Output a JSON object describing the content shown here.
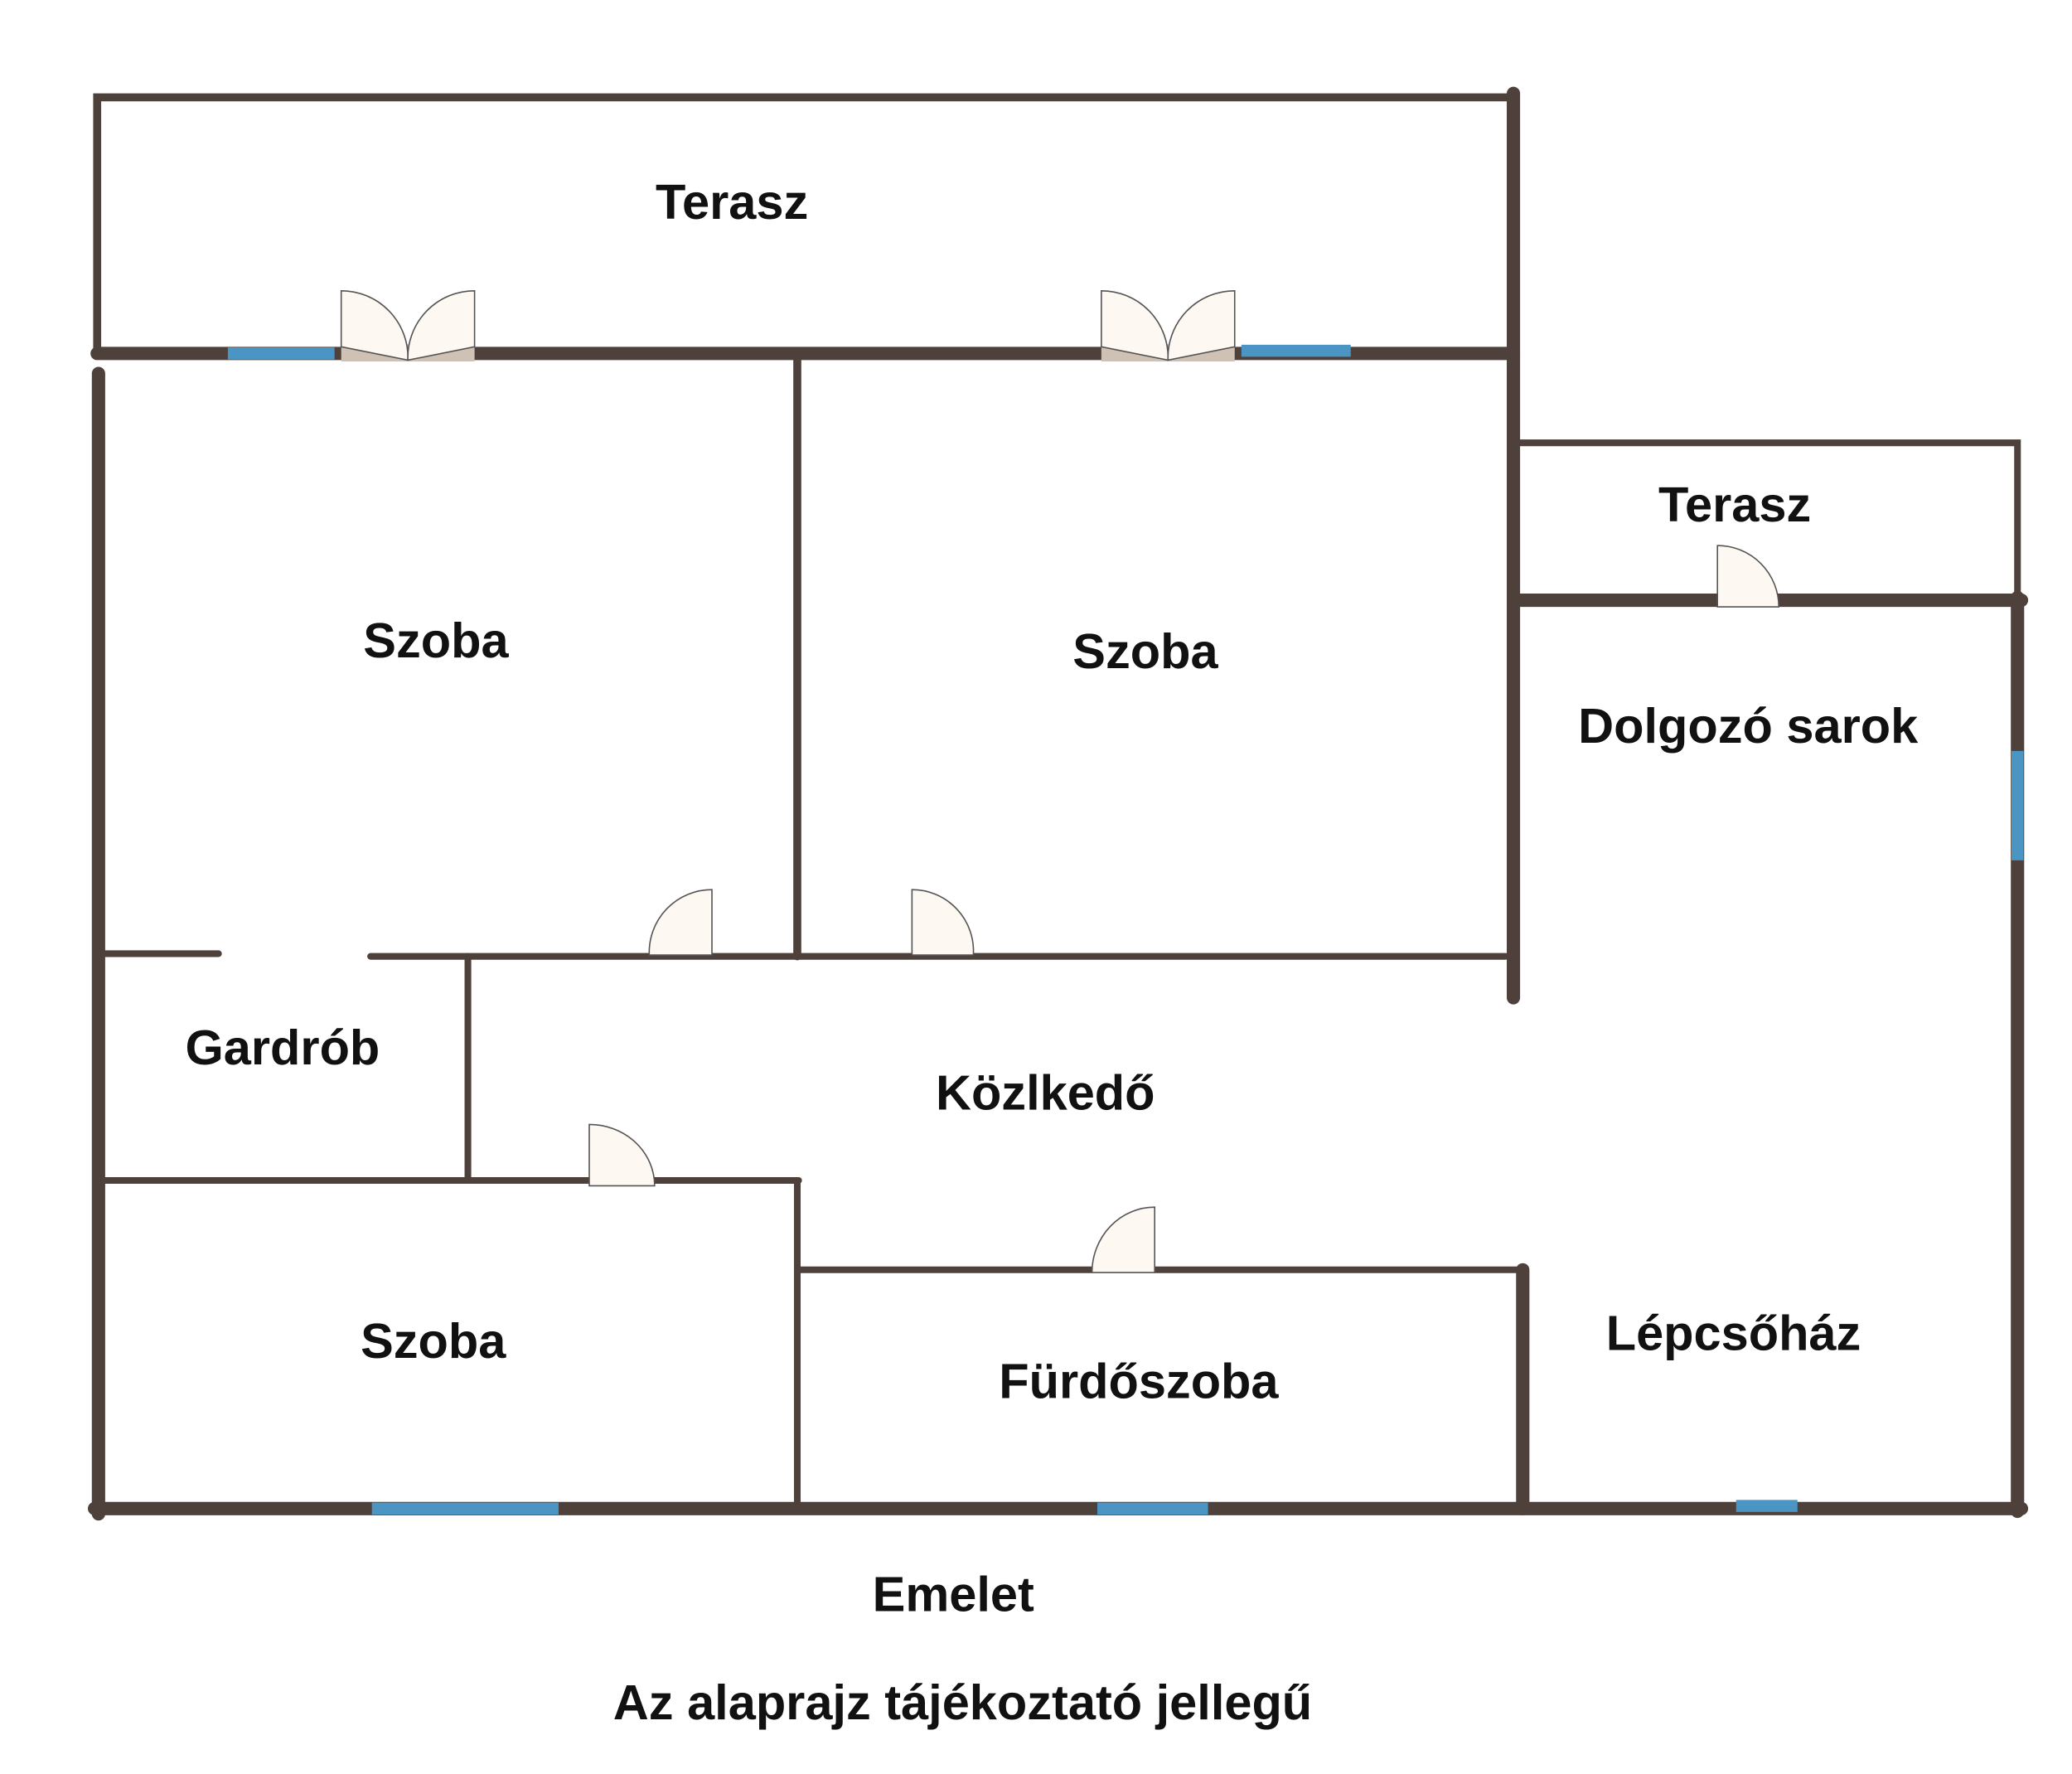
{
  "rooms": {
    "terrace_top": "Terasz",
    "terrace_right": "Terasz",
    "room_1": "Szoba",
    "room_2": "Szoba",
    "room_3": "Szoba",
    "study": "Dolgozó sarok",
    "wardrobe": "Gardrób",
    "hallway": "Közlkedő",
    "bathroom": "Fürdőszoba",
    "staircase": "Lépcsőház"
  },
  "caption": {
    "floor": "Emelet",
    "disclaimer": "Az alaprajz tájékoztató jellegű"
  },
  "colors": {
    "wall": "#4e403a",
    "window": "#4a95c4",
    "door": "#fdf8f2"
  }
}
